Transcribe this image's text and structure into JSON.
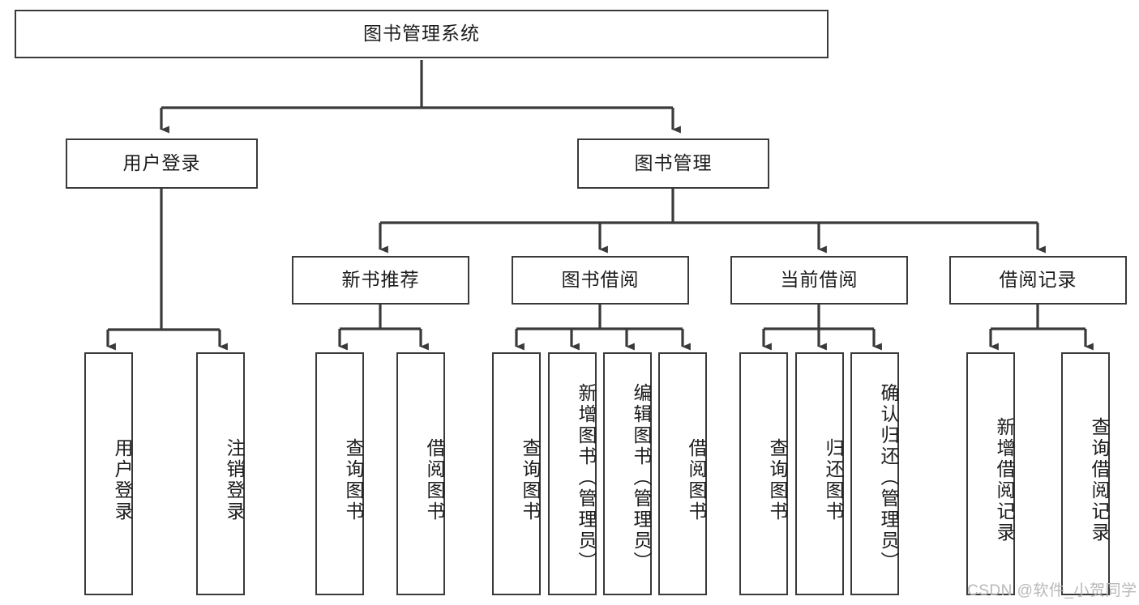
{
  "diagram": {
    "type": "tree-hierarchy-chart",
    "title": "图书管理系统",
    "watermark": "CSDN @软件_小贺同学",
    "colors": {
      "stroke": "#3a3a3a",
      "fill": "#ffffff",
      "text": "#1c1c1c",
      "watermark": "#b8b8b8"
    },
    "nodes": {
      "root": {
        "label": "图书管理系统"
      },
      "level2": [
        {
          "id": "user-login",
          "label": "用户登录"
        },
        {
          "id": "book-management",
          "label": "图书管理"
        }
      ],
      "level3": [
        {
          "id": "new-book-recommend",
          "label": "新书推荐"
        },
        {
          "id": "book-borrow",
          "label": "图书借阅"
        },
        {
          "id": "current-borrow",
          "label": "当前借阅"
        },
        {
          "id": "borrow-record",
          "label": "借阅记录"
        }
      ],
      "leaves": {
        "user-login": [
          {
            "id": "leaf-user-login",
            "label": "用户登录"
          },
          {
            "id": "leaf-logout-login",
            "label": "注销登录"
          }
        ],
        "new-book-recommend": [
          {
            "id": "leaf-query-book-1",
            "label": "查询图书"
          },
          {
            "id": "leaf-borrow-book-1",
            "label": "借阅图书"
          }
        ],
        "book-borrow": [
          {
            "id": "leaf-query-book-2",
            "label": "查询图书"
          },
          {
            "id": "leaf-add-book",
            "label": "新增图书（管理员）"
          },
          {
            "id": "leaf-edit-book",
            "label": "编辑图书（管理员）"
          },
          {
            "id": "leaf-borrow-book-2",
            "label": "借阅图书"
          }
        ],
        "current-borrow": [
          {
            "id": "leaf-query-book-3",
            "label": "查询图书"
          },
          {
            "id": "leaf-return-book",
            "label": "归还图书"
          },
          {
            "id": "leaf-confirm-return",
            "label": "确认归还（管理员）"
          }
        ],
        "borrow-record": [
          {
            "id": "leaf-add-record",
            "label": "新增借阅记录"
          },
          {
            "id": "leaf-query-record",
            "label": "查询借阅记录"
          }
        ]
      }
    }
  }
}
